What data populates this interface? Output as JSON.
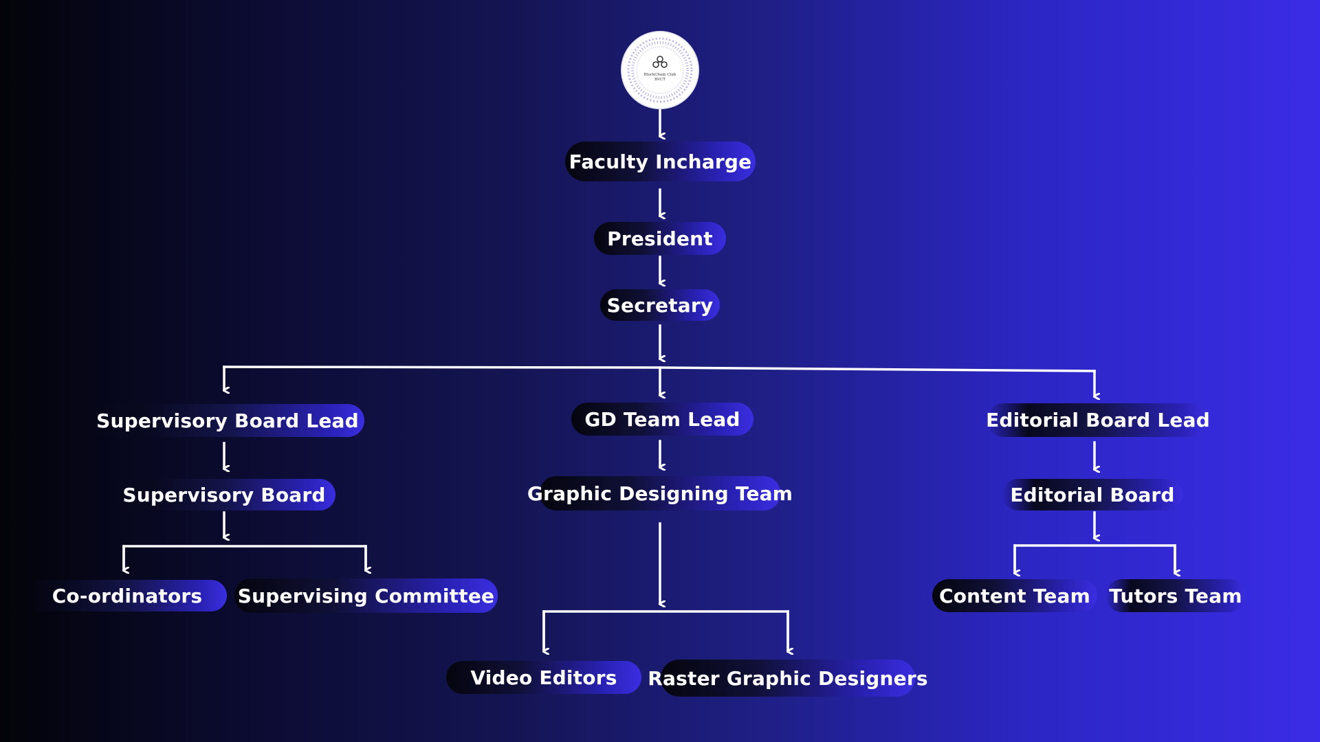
{
  "logo": {
    "icon": "blockchain-club-logo",
    "text_line1": "BlockChain Club",
    "text_line2": "BVCT"
  },
  "nodes": {
    "faculty_incharge": "Faculty Incharge",
    "president": "President",
    "secretary": "Secretary",
    "supervisory_board_lead": "Supervisory Board Lead",
    "supervisory_board": "Supervisory Board",
    "coordinators": "Co-ordinators",
    "supervising_committee": "Supervising Committee",
    "gd_team_lead": "GD Team Lead",
    "graphic_designing_team": "Graphic Designing Team",
    "video_editors": "Video Editors",
    "raster_graphic_designers": "Raster Graphic Designers",
    "editorial_board_lead": "Editorial Board Lead",
    "editorial_board": "Editorial Board",
    "content_team": "Content Team",
    "tutors_team": "Tutors Team"
  },
  "colors": {
    "background_left": "#030309",
    "background_right": "#3a2ce6",
    "connector": "#ffffff",
    "node_text": "#ffffff"
  }
}
